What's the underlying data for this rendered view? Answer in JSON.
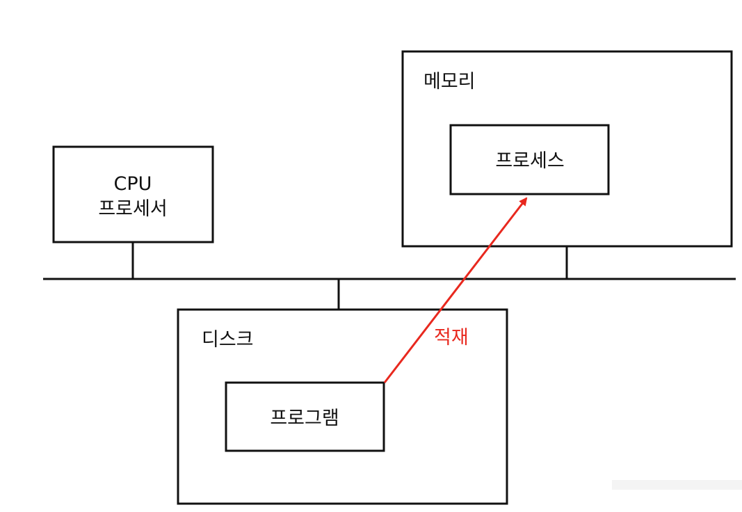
{
  "diagram": {
    "cpu": {
      "line1": "CPU",
      "line2": "프로세서"
    },
    "memory": {
      "label": "메모리",
      "process_label": "프로세스"
    },
    "disk": {
      "label": "디스크",
      "program_label": "프로그램"
    },
    "arrow": {
      "label": "적재",
      "color": "#e8281e"
    }
  },
  "colors": {
    "line": "#111111",
    "background": "#ffffff"
  }
}
